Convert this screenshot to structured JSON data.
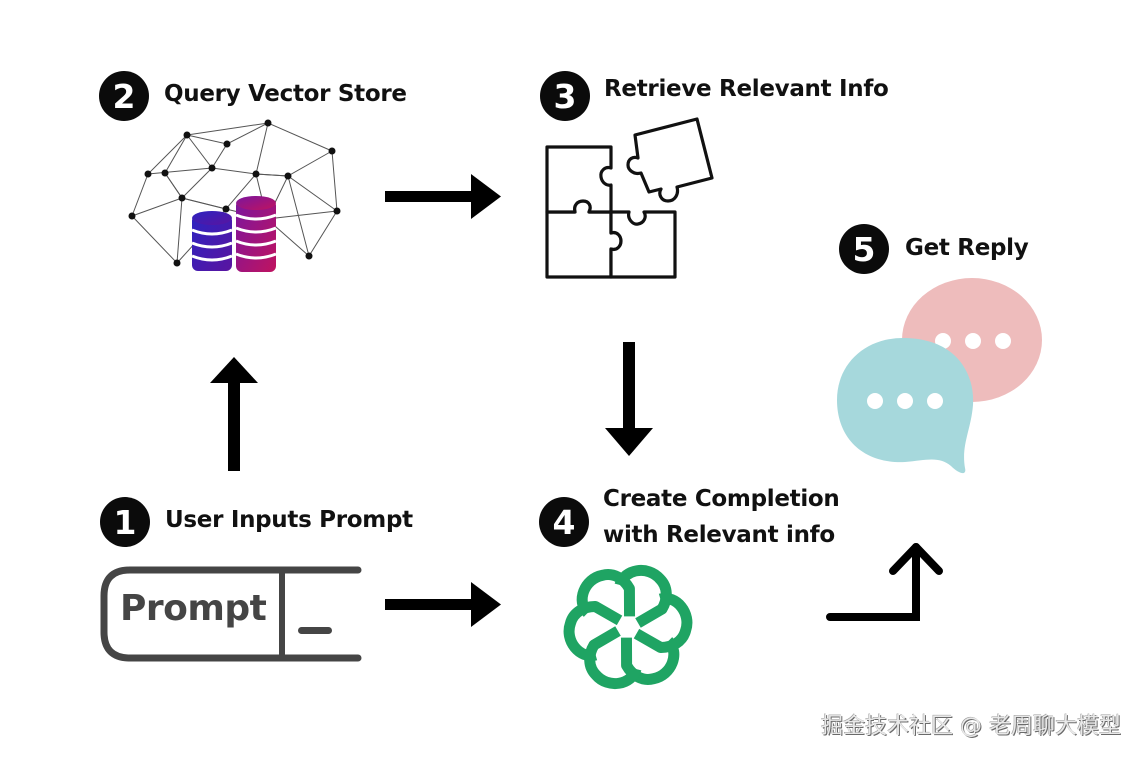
{
  "steps": [
    {
      "number": "1",
      "label": "User Inputs Prompt"
    },
    {
      "number": "2",
      "label": "Query Vector Store"
    },
    {
      "number": "3",
      "label": "Retrieve Relevant Info"
    },
    {
      "number": "4",
      "label_line1": "Create Completion",
      "label_line2": "with Relevant info"
    },
    {
      "number": "5",
      "label": "Get Reply"
    }
  ],
  "prompt_box": {
    "text": "Prompt",
    "cursor": "_"
  },
  "icons": {
    "step2": "vector-store-network-database-icon",
    "step3": "puzzle-pieces-icon",
    "step4": "openai-logo-icon",
    "step5": "chat-bubbles-icon",
    "step1": "prompt-input-icon"
  },
  "arrows": [
    {
      "from": "1",
      "to": "2",
      "direction": "up"
    },
    {
      "from": "2",
      "to": "3",
      "direction": "right"
    },
    {
      "from": "3",
      "to": "4",
      "direction": "down"
    },
    {
      "from": "1",
      "to": "4",
      "direction": "right"
    },
    {
      "from": "4",
      "to": "5",
      "direction": "right-then-up"
    }
  ],
  "colors": {
    "openai_green": "#1fa463",
    "bubble_pink": "#eebcbc",
    "bubble_teal": "#a6d8dc",
    "db_blue": "#3a1fb0",
    "db_magenta": "#a0167a",
    "badge": "#0b0b0b",
    "prompt_gray": "#454545"
  },
  "watermark": "掘金技术社区 @ 老周聊大模型"
}
